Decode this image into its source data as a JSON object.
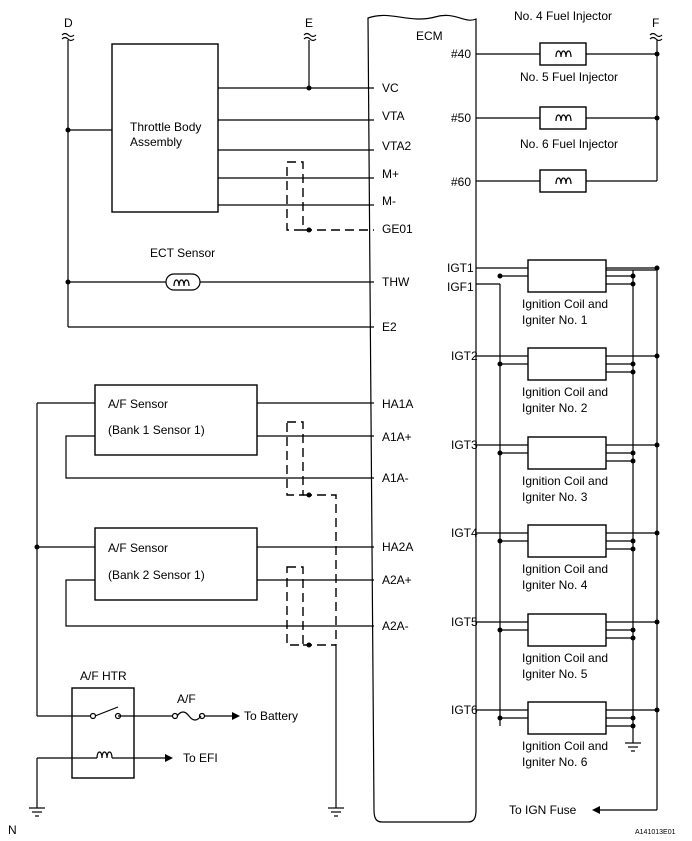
{
  "connectors": {
    "d": "D",
    "e": "E",
    "f": "F",
    "n": "N"
  },
  "ecm": {
    "label": "ECM",
    "pins_left": {
      "vc": "VC",
      "vta": "VTA",
      "vta2": "VTA2",
      "mplus": "M+",
      "mminus": "M-",
      "ge01": "GE01",
      "thw": "THW",
      "e2": "E2",
      "ha1a": "HA1A",
      "a1aplus": "A1A+",
      "a1aminus": "A1A-",
      "ha2a": "HA2A",
      "a2aplus": "A2A+",
      "a2aminus": "A2A-"
    },
    "pins_right": {
      "p40": "#40",
      "p50": "#50",
      "p60": "#60",
      "igt1": "IGT1",
      "igf1": "IGF1",
      "igt2": "IGT2",
      "igt3": "IGT3",
      "igt4": "IGT4",
      "igt5": "IGT5",
      "igt6": "IGT6"
    }
  },
  "components": {
    "throttle_line1": "Throttle Body",
    "throttle_line2": "Assembly",
    "ect_sensor": "ECT Sensor",
    "af1_line1": "A/F Sensor",
    "af1_line2": "(Bank 1 Sensor 1)",
    "af2_line1": "A/F Sensor",
    "af2_line2": "(Bank 2 Sensor 1)",
    "af_htr": "A/F HTR",
    "af_fuse": "A/F",
    "to_battery": "To Battery",
    "to_efi": "To EFI",
    "to_ign_fuse": "To IGN Fuse"
  },
  "injectors": {
    "no4": "No. 4 Fuel Injector",
    "no5": "No. 5 Fuel Injector",
    "no6": "No. 6 Fuel Injector"
  },
  "coils": [
    {
      "line1": "Ignition Coil and",
      "line2": "Igniter No. 1"
    },
    {
      "line1": "Ignition Coil and",
      "line2": "Igniter No. 2"
    },
    {
      "line1": "Ignition Coil and",
      "line2": "Igniter No. 3"
    },
    {
      "line1": "Ignition Coil and",
      "line2": "Igniter No. 4"
    },
    {
      "line1": "Ignition Coil and",
      "line2": "Igniter No. 5"
    },
    {
      "line1": "Ignition Coil and",
      "line2": "Igniter No. 6"
    }
  ],
  "figure_code": "A141013E01"
}
